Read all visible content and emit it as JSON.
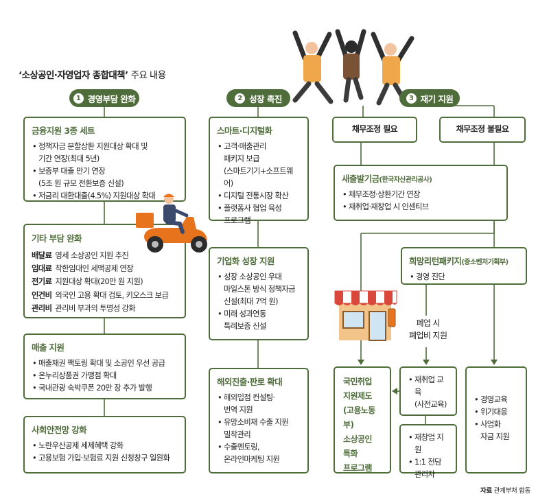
{
  "title": {
    "main": "‘소상공인·자영업자 종합대책’",
    "sub": "주요 내용"
  },
  "sections": [
    {
      "num": "1",
      "label": "경영부담 완화"
    },
    {
      "num": "2",
      "label": "성장 촉진"
    },
    {
      "num": "3",
      "label": "재기 지원"
    }
  ],
  "col1": {
    "finance": {
      "title": "금융지원 3종 세트",
      "items": [
        "정책자금 분할상환 지원대상 확대 및\n기간 연장(최대 5년)",
        "보증부 대출 만기 연장\n(5조 원 규모 전환보증 신설)",
        "저금리 대환대출(4.5%) 지원대상 확대"
      ]
    },
    "burden": {
      "title": "기타 부담 완화",
      "rows": [
        {
          "k": "배달료",
          "v": "영세 소상공인 지원 추진"
        },
        {
          "k": "임대료",
          "v": "착한임대인 세액공제 연장"
        },
        {
          "k": "전기료",
          "v": "지원대상 확대(20만 원 지원)"
        },
        {
          "k": "인건비",
          "v": "외국인 고용 확대 검토, 키오스크 보급"
        },
        {
          "k": "관리비",
          "v": "관리비 부과의 투명성 강화"
        }
      ]
    },
    "sales": {
      "title": "매출 지원",
      "items": [
        "매출채권 팩토링 확대 및 소공인 우선 공급",
        "온누리상품권 가맹점 확대",
        "국내관광 숙박쿠폰 20만 장 추가 발행"
      ]
    },
    "safety": {
      "title": "사회안전망 강화",
      "items": [
        "노란우산공제 세제혜택 강화",
        "고용보험 가입·보험료 지원 신청창구 일원화"
      ]
    }
  },
  "col2": {
    "digital": {
      "title": "스마트·디지털화",
      "items": [
        "고객·매출관리\n패키지 보급\n(스마트기기+소프트웨어)",
        "디지털 전통시장 확산",
        "플랫폼사 협업 육성\n프로그램"
      ]
    },
    "enterprise": {
      "title": "기업화 성장 지원",
      "items": [
        "성장 소상공인 우대\n마일스톤 방식 정책자금\n신설(최대 7억 원)",
        "미래 성과연동\n특례보증 신설"
      ]
    },
    "overseas": {
      "title": "해외진출·판로 확대",
      "items": [
        "해외입점 컨설팅·\n번역 지원",
        "유망소비재 수출 지원\n밀착관리",
        "수출멘토링,\n온라인마케팅 지원"
      ]
    }
  },
  "col3": {
    "debt_needed": "채무조정 필요",
    "debt_not_needed": "채무조정 불필요",
    "new_start": {
      "title": "새출발기금",
      "title_note": "(한국자산관리공사)",
      "items": [
        "채무조정·상환기간 연장",
        "재취업·재창업 시 인센티브"
      ]
    },
    "hope": {
      "title": "희망리턴패키지",
      "title_note": "(중소벤처기획부)",
      "items": [
        "경영 진단"
      ]
    },
    "closure_label": "폐업 시\n폐업비 지원",
    "employment": "국민취업\n지원제도\n(고용노동부)\n소상공인\n특화\n프로그램",
    "reemploy": {
      "items": [
        "재취업 교육\n(사전교육)"
      ]
    },
    "restart": {
      "items": [
        "재창업 지원",
        "1:1 전담\n관리자"
      ]
    },
    "mgmt": {
      "items": [
        "경영교육",
        "위기대응",
        "사업화\n자금 지원"
      ]
    }
  },
  "source": {
    "label": "자료",
    "text": "관계부처 합동"
  },
  "colors": {
    "accent": "#4f6d3a",
    "scooter": "#e8731d",
    "awning_red": "#d8483b",
    "shop_wall": "#f3c48a"
  }
}
